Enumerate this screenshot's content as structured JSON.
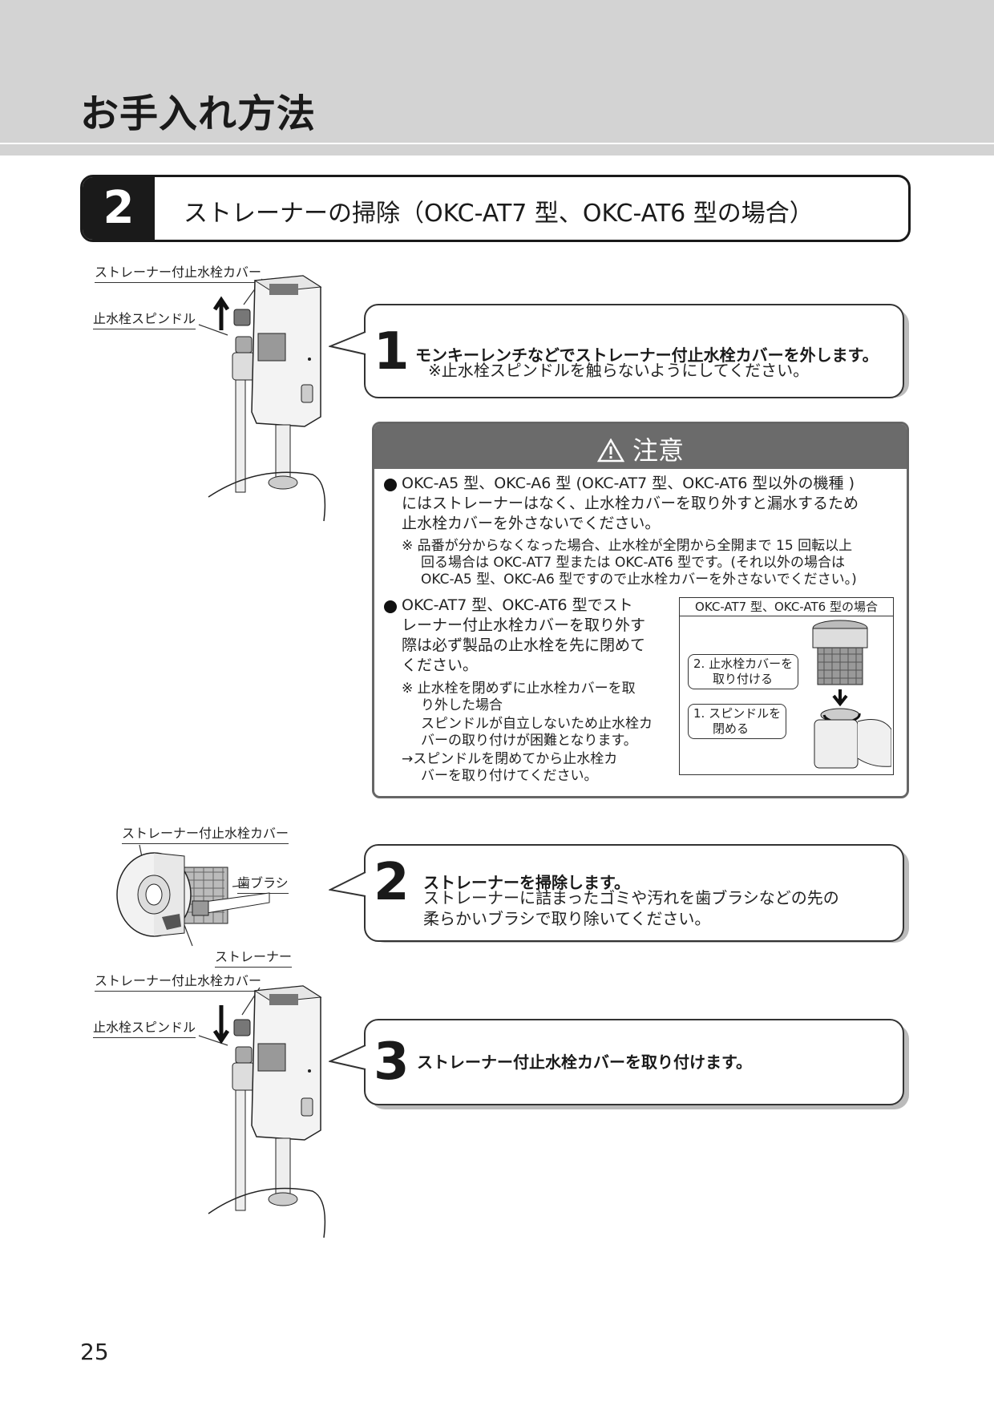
{
  "header": {
    "title": "お手入れ方法"
  },
  "section": {
    "number": "2",
    "title": "ストレーナーの掃除（OKC-AT7 型、OKC-AT6 型の場合）"
  },
  "figures": {
    "fig1": {
      "label_cover": "ストレーナー付止水栓カバー",
      "label_spindle": "止水栓スピンドル"
    },
    "fig2": {
      "label_cover": "ストレーナー付止水栓カバー",
      "label_brush": "歯ブラシ",
      "label_strainer": "ストレーナー"
    },
    "fig3": {
      "label_cover": "ストレーナー付止水栓カバー",
      "label_spindle": "止水栓スピンドル"
    }
  },
  "steps": [
    {
      "number": "1",
      "main": "モンキーレンチなどでストレーナー付止水栓カバーを外します。",
      "sub": [
        "※止水栓スピンドルを触らないようにしてください。"
      ]
    },
    {
      "number": "2",
      "main": "ストレーナーを掃除します。",
      "sub": [
        "ストレーナーに詰まったゴミや汚れを歯ブラシなどの先の",
        "柔らかいブラシで取り除いてください。"
      ]
    },
    {
      "number": "3",
      "main": "ストレーナー付止水栓カバーを取り付けます。",
      "sub": []
    }
  ],
  "caution": {
    "title": "注意",
    "bullet1": [
      "OKC-A5 型、OKC-A6 型 (OKC-AT7 型、OKC-AT6 型以外の機種 )",
      "にはストレーナーはなく、止水栓カバーを取り外すと漏水するため",
      "止水栓カバーを外さないでください。"
    ],
    "note1": [
      "※ 品番が分からなくなった場合、止水栓が全閉から全開まで 15 回転以上",
      "回る場合は OKC-AT7 型または OKC-AT6 型です。(それ以外の場合は",
      "OKC-A5 型、OKC-A6 型ですので止水栓カバーを外さないでください。)"
    ],
    "bullet2": [
      "OKC-AT7 型、OKC-AT6 型でスト",
      "レーナー付止水栓カバーを取り外す",
      "際は必ず製品の止水栓を先に閉めて",
      "ください。"
    ],
    "note2": [
      "※ 止水栓を閉めずに止水栓カバーを取",
      "り外した場合",
      "スピンドルが自立しないため止水栓カ",
      "バーの取り付けが困難となります。",
      "→スピンドルを閉めてから止水栓カ",
      "バーを取り付けてください。"
    ],
    "inset": {
      "title": "OKC-AT7 型、OKC-AT6 型の場合",
      "label2": [
        "2. 止水栓カバーを",
        "取り付ける"
      ],
      "label1": [
        "1. スピンドルを",
        "閉める"
      ]
    }
  },
  "page_number": "25"
}
